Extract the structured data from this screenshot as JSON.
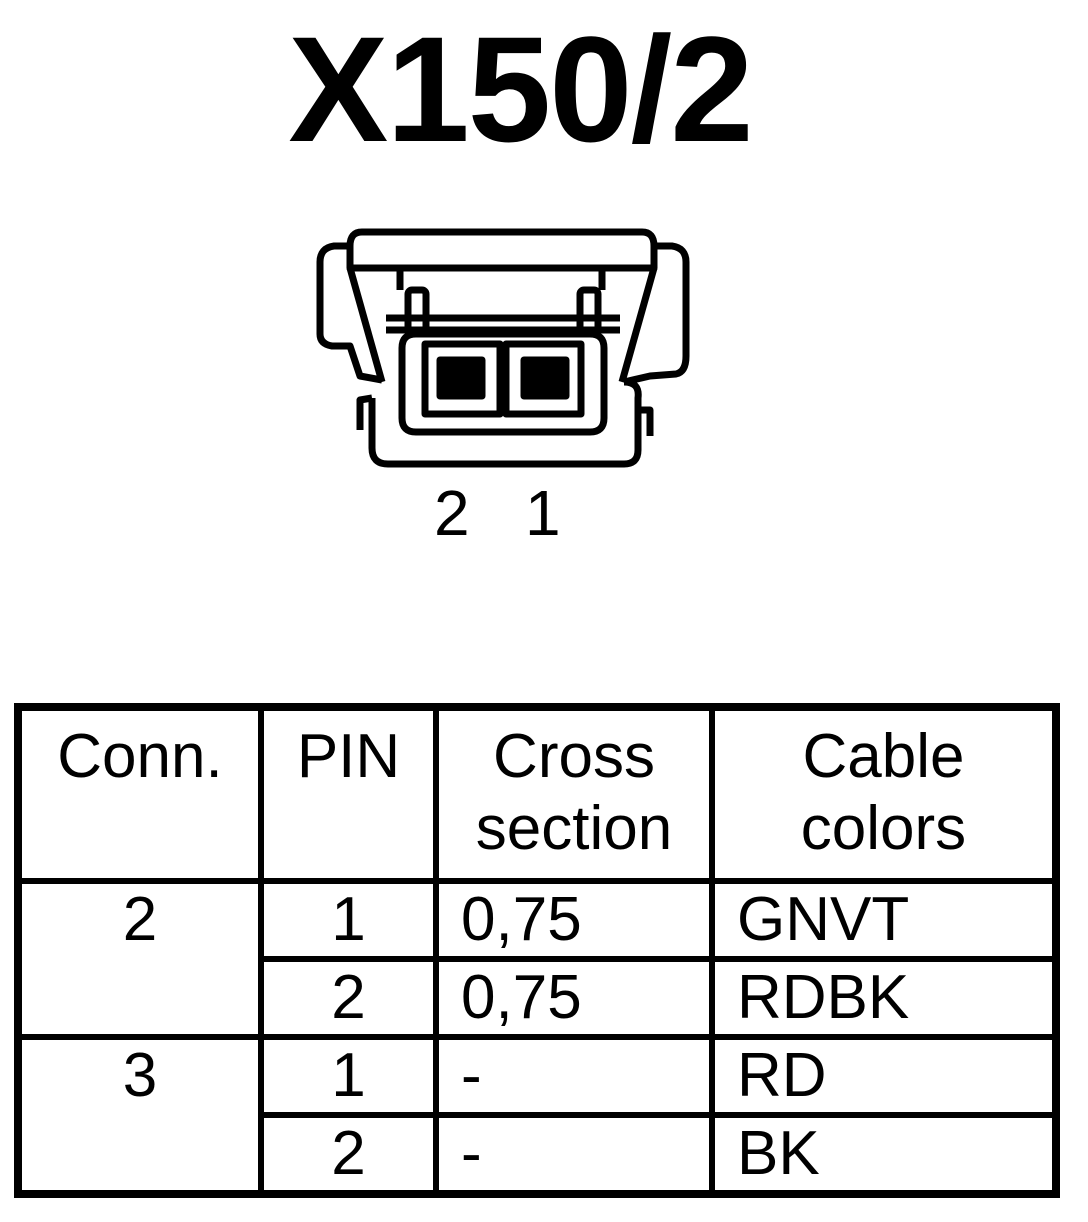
{
  "title": "X150/2",
  "connector": {
    "pin_labels": [
      "2",
      "1"
    ]
  },
  "table": {
    "headers": {
      "conn": "Conn.",
      "pin": "PIN",
      "cross_section": "Cross\nsection",
      "cable_colors": "Cable\ncolors"
    },
    "groups": [
      {
        "conn": "2",
        "rows": [
          {
            "pin": "1",
            "cross_section": "0,75",
            "color": "GNVT"
          },
          {
            "pin": "2",
            "cross_section": "0,75",
            "color": "RDBK"
          }
        ]
      },
      {
        "conn": "3",
        "rows": [
          {
            "pin": "1",
            "cross_section": "-",
            "color": "RD"
          },
          {
            "pin": "2",
            "cross_section": "-",
            "color": "BK"
          }
        ]
      }
    ]
  }
}
